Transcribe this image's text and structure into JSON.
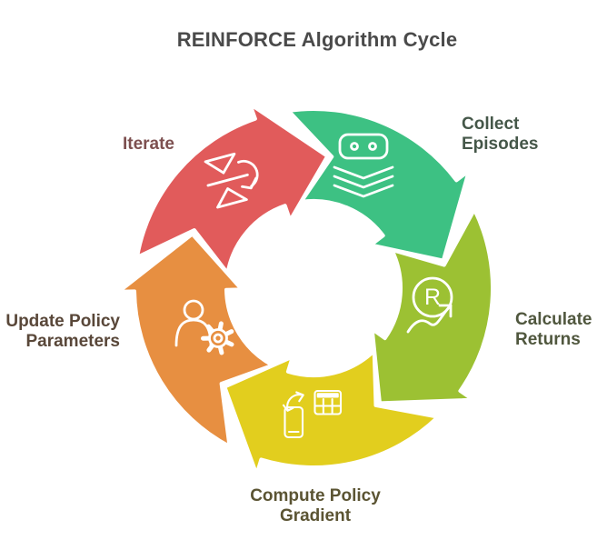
{
  "title": "REINFORCE Algorithm Cycle",
  "colors": {
    "background": "#FFFFFF",
    "title_text": "#4A4A4A",
    "outline": "#FFFFFF"
  },
  "diagram": {
    "type": "cycle",
    "direction": "clockwise",
    "segments": [
      {
        "name": "collect-episodes",
        "label": "Collect\nEpisodes",
        "color": "#3DC183",
        "label_color": "#455749",
        "icon": "gamepad-layers-icon",
        "position": "top-right"
      },
      {
        "name": "calculate-returns",
        "label": "Calculate\nReturns",
        "color": "#9CC133",
        "label_color": "#50573E",
        "icon": "returns-trend-icon",
        "position": "right"
      },
      {
        "name": "compute-policy-gradient",
        "label": "Compute Policy\nGradient",
        "color": "#E2CE1E",
        "label_color": "#5B5433",
        "icon": "phone-calculator-icon",
        "position": "bottom"
      },
      {
        "name": "update-policy-parameters",
        "label": "Update Policy\nParameters",
        "color": "#E78F41",
        "label_color": "#594739",
        "icon": "person-gear-icon",
        "position": "left"
      },
      {
        "name": "iterate",
        "label": "Iterate",
        "color": "#E15B5B",
        "label_color": "#7D5050",
        "icon": "iterate-flip-icon",
        "position": "top-left"
      }
    ]
  }
}
